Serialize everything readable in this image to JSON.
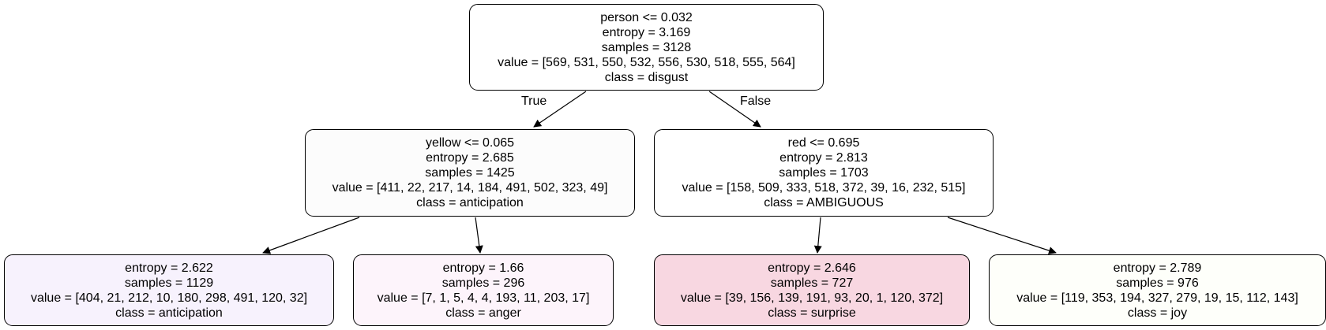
{
  "tree": {
    "nodes": [
      {
        "id": "n0",
        "lines": [
          "person <= 0.032",
          "entropy = 3.169",
          "samples = 3128",
          "value = [569, 531, 550, 532, 556, 530, 518, 555, 564]",
          "class = disgust"
        ],
        "fill": "#ffffff"
      },
      {
        "id": "n1",
        "lines": [
          "yellow <= 0.065",
          "entropy = 2.685",
          "samples = 1425",
          "value = [411, 22, 217, 14, 184, 491, 502, 323, 49]",
          "class = anticipation"
        ],
        "fill": "#fcfcfc"
      },
      {
        "id": "n2",
        "lines": [
          "red <= 0.695",
          "entropy = 2.813",
          "samples = 1703",
          "value = [158, 509, 333, 518, 372, 39, 16, 232, 515]",
          "class = AMBIGUOUS"
        ],
        "fill": "#ffffff"
      },
      {
        "id": "n3",
        "lines": [
          "entropy = 2.622",
          "samples = 1129",
          "value = [404, 21, 212, 10, 180, 298, 491, 120, 32]",
          "class = anticipation"
        ],
        "fill": "#f7f2fd"
      },
      {
        "id": "n4",
        "lines": [
          "entropy = 1.66",
          "samples = 296",
          "value = [7, 1, 5, 4, 4, 193, 11, 203, 17]",
          "class = anger"
        ],
        "fill": "#fdf4fb"
      },
      {
        "id": "n5",
        "lines": [
          "entropy = 2.646",
          "samples = 727",
          "value = [39, 156, 139, 191, 93, 20, 1, 120, 372]",
          "class = surprise"
        ],
        "fill": "#f8d7e1"
      },
      {
        "id": "n6",
        "lines": [
          "entropy = 2.789",
          "samples = 976",
          "value = [119, 353, 194, 327, 279, 19, 15, 112, 143]",
          "class = joy"
        ],
        "fill": "#fefffa"
      }
    ],
    "edges": [
      {
        "from": "n0",
        "to": "n1",
        "label": "True"
      },
      {
        "from": "n0",
        "to": "n2",
        "label": "False"
      },
      {
        "from": "n1",
        "to": "n3",
        "label": ""
      },
      {
        "from": "n1",
        "to": "n4",
        "label": ""
      },
      {
        "from": "n2",
        "to": "n5",
        "label": ""
      },
      {
        "from": "n2",
        "to": "n6",
        "label": ""
      }
    ]
  },
  "colors": {
    "border": "#000000",
    "edge": "#000000",
    "text": "#000000"
  }
}
